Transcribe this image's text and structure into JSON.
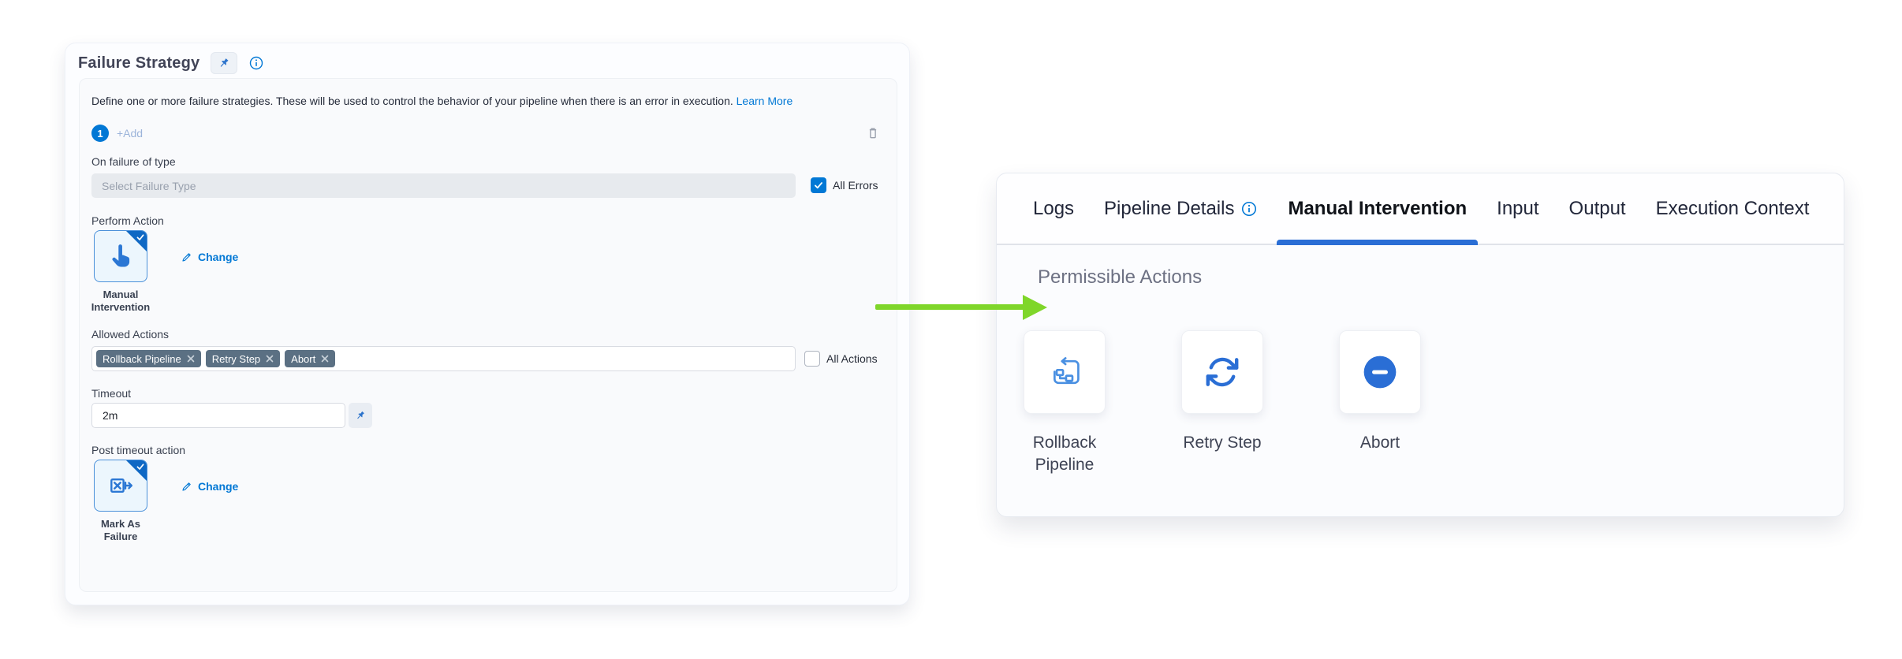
{
  "colors": {
    "accent_blue": "#0278d5",
    "icon_blue": "#2a6ed5",
    "tag_background": "#5b7083",
    "arrow_green": "#7fd62a",
    "active_tab_underline": "#2a6ed5"
  },
  "left_panel": {
    "title": "Failure Strategy",
    "description": "Define one or more failure strategies. These will be used to control the behavior of your pipeline when there is an error in execution.",
    "learn_more_label": "Learn More",
    "strategy_badge": "1",
    "add_button_label": "+Add",
    "fields": {
      "on_failure_label": "On failure of type",
      "failure_type_placeholder": "Select Failure Type",
      "all_errors_label": "All Errors",
      "perform_action_label": "Perform Action",
      "perform_action_name": "Manual Intervention",
      "change_label": "Change",
      "allowed_actions_label": "Allowed Actions",
      "tags": [
        "Rollback Pipeline",
        "Retry Step",
        "Abort"
      ],
      "all_actions_label": "All Actions",
      "timeout_label": "Timeout",
      "timeout_value": "2m",
      "post_timeout_label": "Post timeout action",
      "post_timeout_action_name": "Mark As Failure",
      "change_label_2": "Change"
    }
  },
  "right_panel": {
    "tabs": [
      {
        "label": "Logs"
      },
      {
        "label": "Pipeline Details"
      },
      {
        "label": "Manual Intervention"
      },
      {
        "label": "Input"
      },
      {
        "label": "Output"
      },
      {
        "label": "Execution Context"
      }
    ],
    "active_tab": "Manual Intervention",
    "section_title": "Permissible Actions",
    "actions": [
      {
        "label": "Rollback Pipeline",
        "icon": "rollback-pipeline-icon"
      },
      {
        "label": "Retry Step",
        "icon": "retry-step-icon"
      },
      {
        "label": "Abort",
        "icon": "abort-icon"
      }
    ]
  }
}
